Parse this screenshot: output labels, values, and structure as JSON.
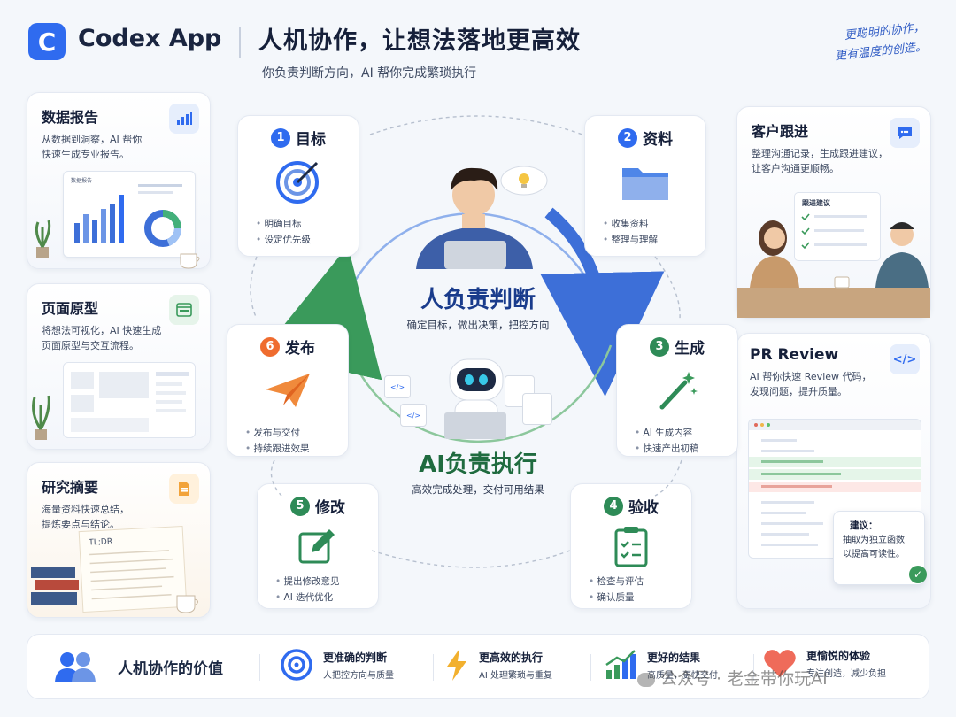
{
  "header": {
    "logo_letter": "C",
    "app_name": "Codex App",
    "headline": "人机协作，让想法落地更高效",
    "subline": "你负责判断方向，AI 帮你完成繁琐执行",
    "handwriting": [
      "更聪明的协作，",
      "更有温度的创造。"
    ]
  },
  "left_cards": [
    {
      "title": "数据报告",
      "desc": [
        "从数据到洞察，AI 帮你",
        "快速生成专业报告。"
      ],
      "icon": "bar-chart-icon",
      "preview_title": "数据报告"
    },
    {
      "title": "页面原型",
      "desc": [
        "将想法可视化，AI 快速生成",
        "页面原型与交互流程。"
      ],
      "icon": "browser-window-icon"
    },
    {
      "title": "研究摘要",
      "desc": [
        "海量资料快速总结，",
        "提炼要点与结论。"
      ],
      "icon": "document-icon",
      "note": "TL;DR"
    }
  ],
  "right_cards": [
    {
      "title": "客户跟进",
      "desc": [
        "整理沟通记录，生成跟进建议，",
        "让客户沟通更顺畅。"
      ],
      "icon": "chat-icon",
      "panel_title": "跟进建议"
    },
    {
      "title": "PR Review",
      "desc": [
        "AI 帮你快速 Review 代码，",
        "发现问题，提升质量。"
      ],
      "icon": "code-icon",
      "suggestion_label": "建议：",
      "suggestion_lines": [
        "抽取为独立函数",
        "以提高可读性。"
      ]
    }
  ],
  "steps": [
    {
      "num": "1",
      "title": "目标",
      "items": [
        "明确目标",
        "设定优先级"
      ],
      "icon": "target-icon"
    },
    {
      "num": "2",
      "title": "资料",
      "items": [
        "收集资料",
        "整理与理解"
      ],
      "icon": "folder-icon"
    },
    {
      "num": "3",
      "title": "生成",
      "items": [
        "AI 生成内容",
        "快速产出初稿"
      ],
      "icon": "magic-wand-icon"
    },
    {
      "num": "4",
      "title": "验收",
      "items": [
        "检查与评估",
        "确认质量"
      ],
      "icon": "clipboard-check-icon"
    },
    {
      "num": "5",
      "title": "修改",
      "items": [
        "提出修改意见",
        "AI 迭代优化"
      ],
      "icon": "edit-icon"
    },
    {
      "num": "6",
      "title": "发布",
      "items": [
        "发布与交付",
        "持续跟进效果"
      ],
      "icon": "paper-plane-icon"
    }
  ],
  "center": {
    "human_title": "人负责判断",
    "human_sub": "确定目标，做出决策，把控方向",
    "ai_title": "AI负责执行",
    "ai_sub": "高效完成处理，交付可用结果",
    "code_glyph": "</>"
  },
  "bottom": {
    "heading": "人机协作的价值",
    "items": [
      {
        "title": "更准确的判断",
        "sub": "人把控方向与质量",
        "icon": "target-icon"
      },
      {
        "title": "更高效的执行",
        "sub": "AI 处理繁琐与重复",
        "icon": "lightning-icon"
      },
      {
        "title": "更好的结果",
        "sub": "高质量，更快交付",
        "icon": "growth-chart-icon"
      },
      {
        "title": "更愉悦的体验",
        "sub": "专注创造，减少负担",
        "icon": "heart-icon"
      }
    ],
    "watermark": "公众号 · 老金带你玩AI"
  },
  "colors": {
    "blue": "#2f6bef",
    "green": "#2e8b57",
    "orange": "#ef6c2f",
    "ring_blue": "#3d6fd8",
    "ring_green": "#3a9a5b"
  }
}
